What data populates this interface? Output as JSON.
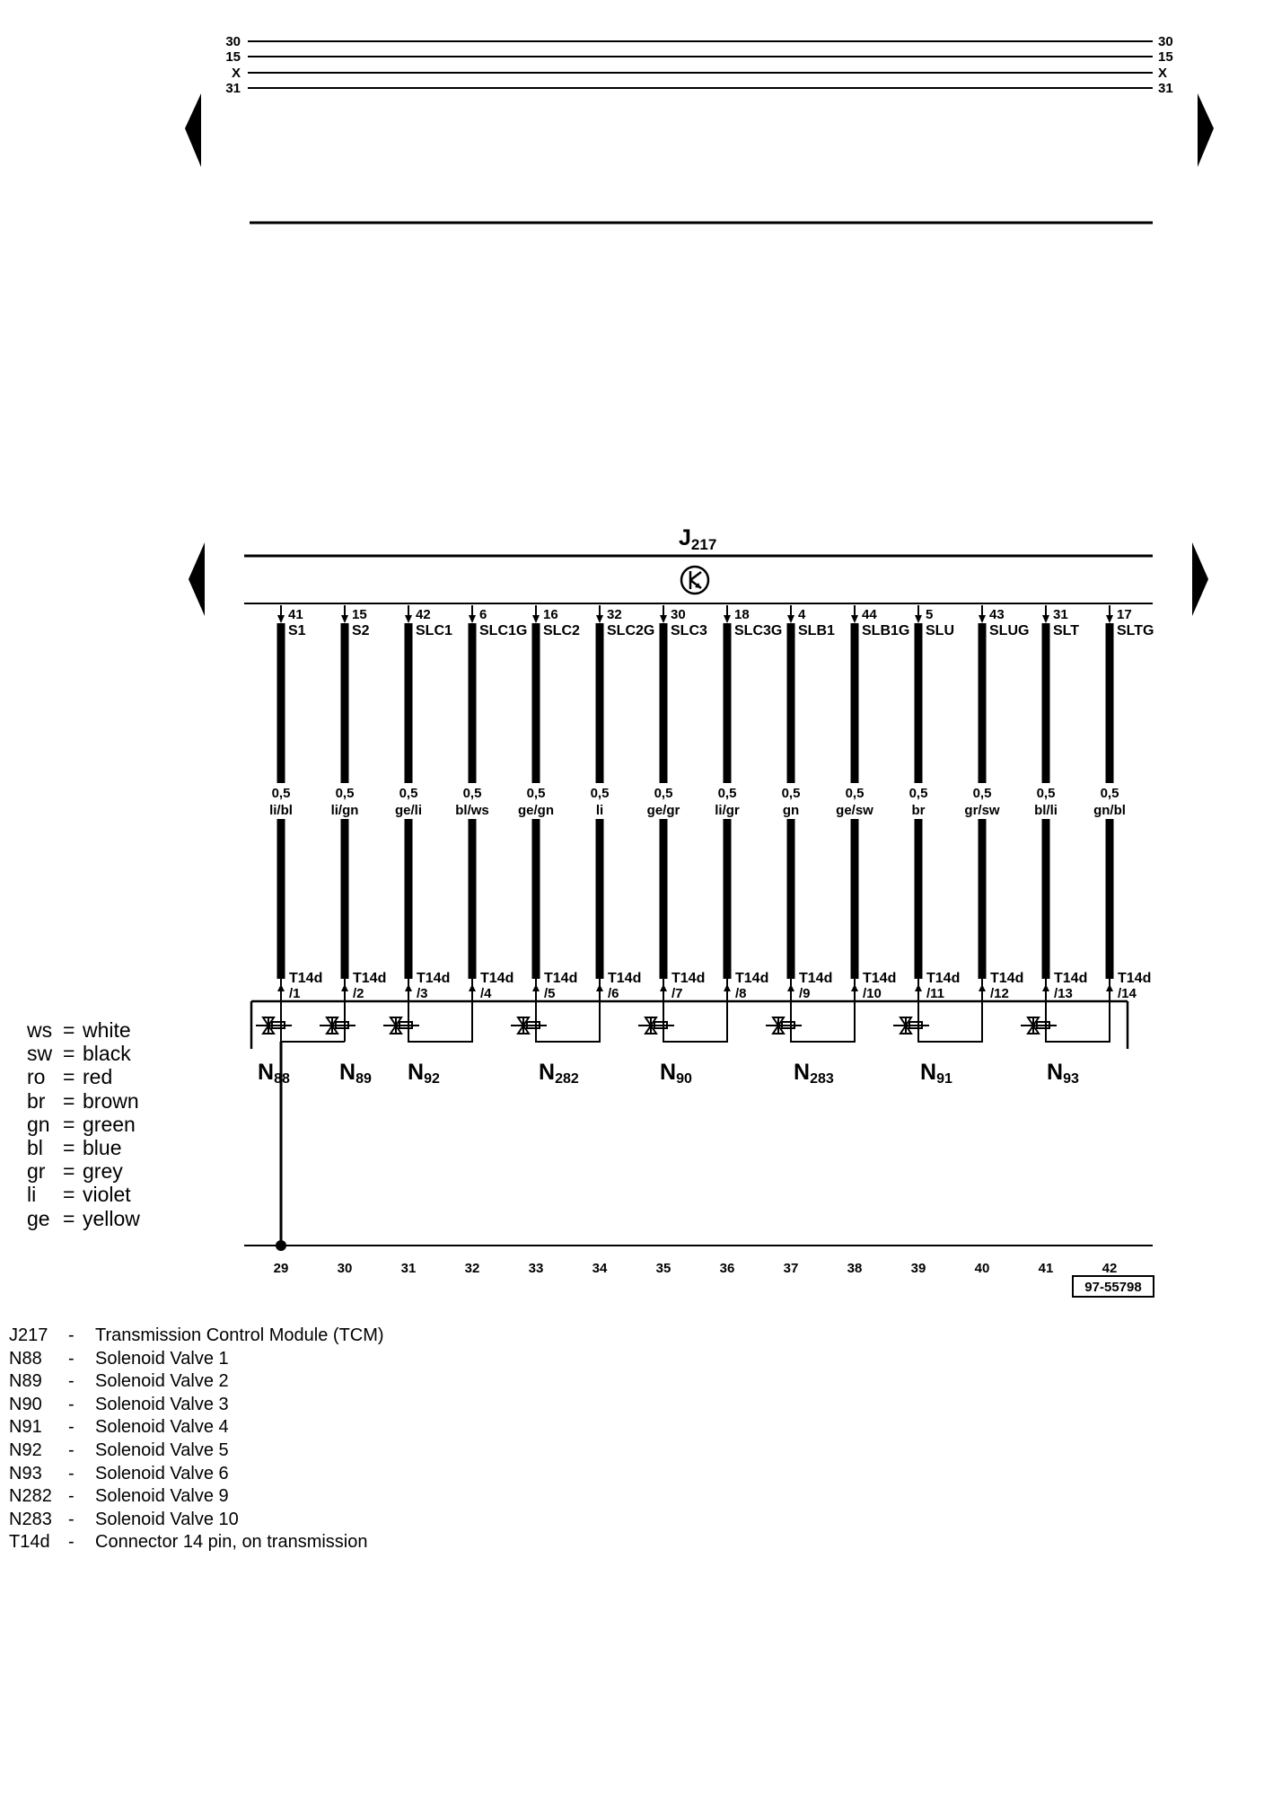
{
  "rails": [
    "30",
    "15",
    "X",
    "31"
  ],
  "module": {
    "code": "J",
    "sub": "217"
  },
  "pins": [
    {
      "module_pin": "41",
      "signal": "S1",
      "size": "0,5",
      "color": "li/bl",
      "connector": "T14d",
      "conn_pin": "/1",
      "ground": "29"
    },
    {
      "module_pin": "15",
      "signal": "S2",
      "size": "0,5",
      "color": "li/gn",
      "connector": "T14d",
      "conn_pin": "/2",
      "ground": "30"
    },
    {
      "module_pin": "42",
      "signal": "SLC1",
      "size": "0,5",
      "color": "ge/li",
      "connector": "T14d",
      "conn_pin": "/3",
      "ground": "31"
    },
    {
      "module_pin": "6",
      "signal": "SLC1G",
      "size": "0,5",
      "color": "bl/ws",
      "connector": "T14d",
      "conn_pin": "/4",
      "ground": "32"
    },
    {
      "module_pin": "16",
      "signal": "SLC2",
      "size": "0,5",
      "color": "ge/gn",
      "connector": "T14d",
      "conn_pin": "/5",
      "ground": "33"
    },
    {
      "module_pin": "32",
      "signal": "SLC2G",
      "size": "0,5",
      "color": "li",
      "connector": "T14d",
      "conn_pin": "/6",
      "ground": "34"
    },
    {
      "module_pin": "30",
      "signal": "SLC3",
      "size": "0,5",
      "color": "ge/gr",
      "connector": "T14d",
      "conn_pin": "/7",
      "ground": "35"
    },
    {
      "module_pin": "18",
      "signal": "SLC3G",
      "size": "0,5",
      "color": "li/gr",
      "connector": "T14d",
      "conn_pin": "/8",
      "ground": "36"
    },
    {
      "module_pin": "4",
      "signal": "SLB1",
      "size": "0,5",
      "color": "gn",
      "connector": "T14d",
      "conn_pin": "/9",
      "ground": "37"
    },
    {
      "module_pin": "44",
      "signal": "SLB1G",
      "size": "0,5",
      "color": "ge/sw",
      "connector": "T14d",
      "conn_pin": "/10",
      "ground": "38"
    },
    {
      "module_pin": "5",
      "signal": "SLU",
      "size": "0,5",
      "color": "br",
      "connector": "T14d",
      "conn_pin": "/11",
      "ground": "39"
    },
    {
      "module_pin": "43",
      "signal": "SLUG",
      "size": "0,5",
      "color": "gr/sw",
      "connector": "T14d",
      "conn_pin": "/12",
      "ground": "40"
    },
    {
      "module_pin": "31",
      "signal": "SLT",
      "size": "0,5",
      "color": "bl/li",
      "connector": "T14d",
      "conn_pin": "/13",
      "ground": "41"
    },
    {
      "module_pin": "17",
      "signal": "SLTG",
      "size": "0,5",
      "color": "gn/bl",
      "connector": "T14d",
      "conn_pin": "/14",
      "ground": "42"
    }
  ],
  "components": [
    {
      "code": "N",
      "sub": "88"
    },
    {
      "code": "N",
      "sub": "89"
    },
    {
      "code": "N",
      "sub": "92"
    },
    {
      "code": "N",
      "sub": "282"
    },
    {
      "code": "N",
      "sub": "90"
    },
    {
      "code": "N",
      "sub": "283"
    },
    {
      "code": "N",
      "sub": "91"
    },
    {
      "code": "N",
      "sub": "93"
    }
  ],
  "figure_number": "97-55798",
  "color_legend": [
    {
      "abbr": "ws",
      "name": "white"
    },
    {
      "abbr": "sw",
      "name": "black"
    },
    {
      "abbr": "ro",
      "name": "red"
    },
    {
      "abbr": "br",
      "name": "brown"
    },
    {
      "abbr": "gn",
      "name": "green"
    },
    {
      "abbr": "bl",
      "name": "blue"
    },
    {
      "abbr": "gr",
      "name": "grey"
    },
    {
      "abbr": "li",
      "name": "violet"
    },
    {
      "abbr": "ge",
      "name": "yellow"
    }
  ],
  "component_key": [
    {
      "code": "J217",
      "desc": "Transmission Control Module (TCM)"
    },
    {
      "code": "N88",
      "desc": "Solenoid Valve 1"
    },
    {
      "code": "N89",
      "desc": "Solenoid Valve 2"
    },
    {
      "code": "N90",
      "desc": "Solenoid Valve 3"
    },
    {
      "code": "N91",
      "desc": "Solenoid Valve 4"
    },
    {
      "code": "N92",
      "desc": "Solenoid Valve 5"
    },
    {
      "code": "N93",
      "desc": "Solenoid Valve 6"
    },
    {
      "code": "N282",
      "desc": "Solenoid Valve 9"
    },
    {
      "code": "N283",
      "desc": "Solenoid Valve 10"
    },
    {
      "code": "T14d",
      "desc": "Connector 14 pin, on transmission"
    }
  ]
}
